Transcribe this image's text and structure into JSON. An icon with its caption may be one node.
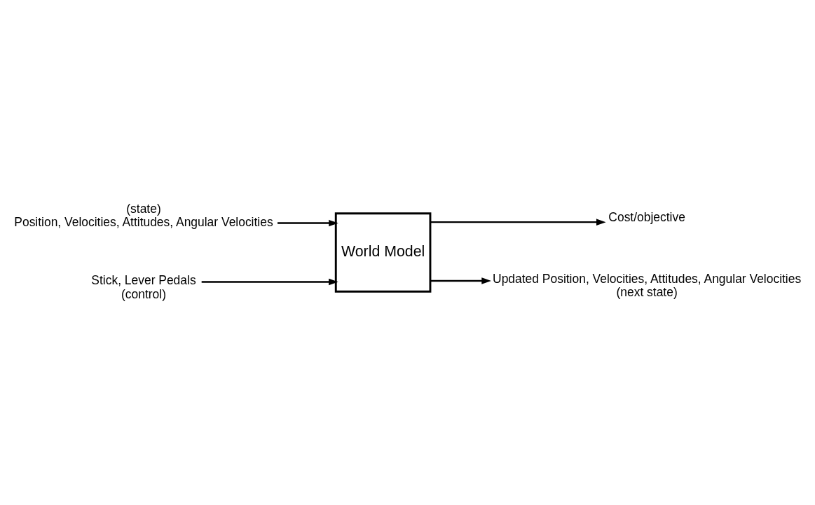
{
  "diagram": {
    "nodes": [
      {
        "text": [
          "(state)",
          "Position, Velocities, Attitudes, Angular Velocities"
        ]
      },
      {
        "text": [
          "World Model"
        ]
      },
      {
        "text": [
          "Stick, Lever Pedals",
          "(control)"
        ]
      },
      {
        "text": [
          "Cost/objective"
        ]
      },
      {
        "text": [
          "Updated Position, Velocities, Attitudes, Angular Velocities",
          "(next state)"
        ]
      }
    ],
    "edges": [
      {
        "from": 0,
        "to": 1,
        "arrow": "to"
      },
      {
        "from": 2,
        "to": 1,
        "arrow": "to"
      },
      {
        "from": 1,
        "to": 3,
        "arrow": "to"
      },
      {
        "from": 1,
        "to": 4,
        "arrow": "to"
      }
    ]
  }
}
